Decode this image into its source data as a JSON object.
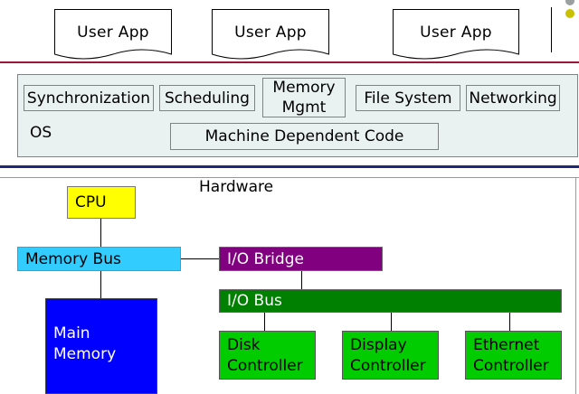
{
  "user_apps": [
    "User App",
    "User App",
    "User App"
  ],
  "os": {
    "modules": [
      "Synchronization",
      "Scheduling",
      "Memory\nMgmt",
      "File System",
      "Networking"
    ],
    "label": "OS",
    "machine_dependent": "Machine Dependent Code"
  },
  "hardware": {
    "title": "Hardware",
    "cpu": "CPU",
    "memory_bus": "Memory Bus",
    "io_bridge": "I/O Bridge",
    "io_bus": "I/O Bus",
    "main_memory": "Main\nMemory",
    "disk_controller": "Disk\nController",
    "display_controller": "Display\nController",
    "ethernet_controller": "Ethernet\nController"
  },
  "colors": {
    "cpu": "#ffff00",
    "memory_bus": "#33ccff",
    "io_bridge": "#800080",
    "io_bus": "#008000",
    "main_memory": "#0000ff",
    "controllers": "#00cc00",
    "os_fill": "#e9f1f1",
    "rule_red": "#99183a",
    "rule_blue": "#1a2a78"
  }
}
